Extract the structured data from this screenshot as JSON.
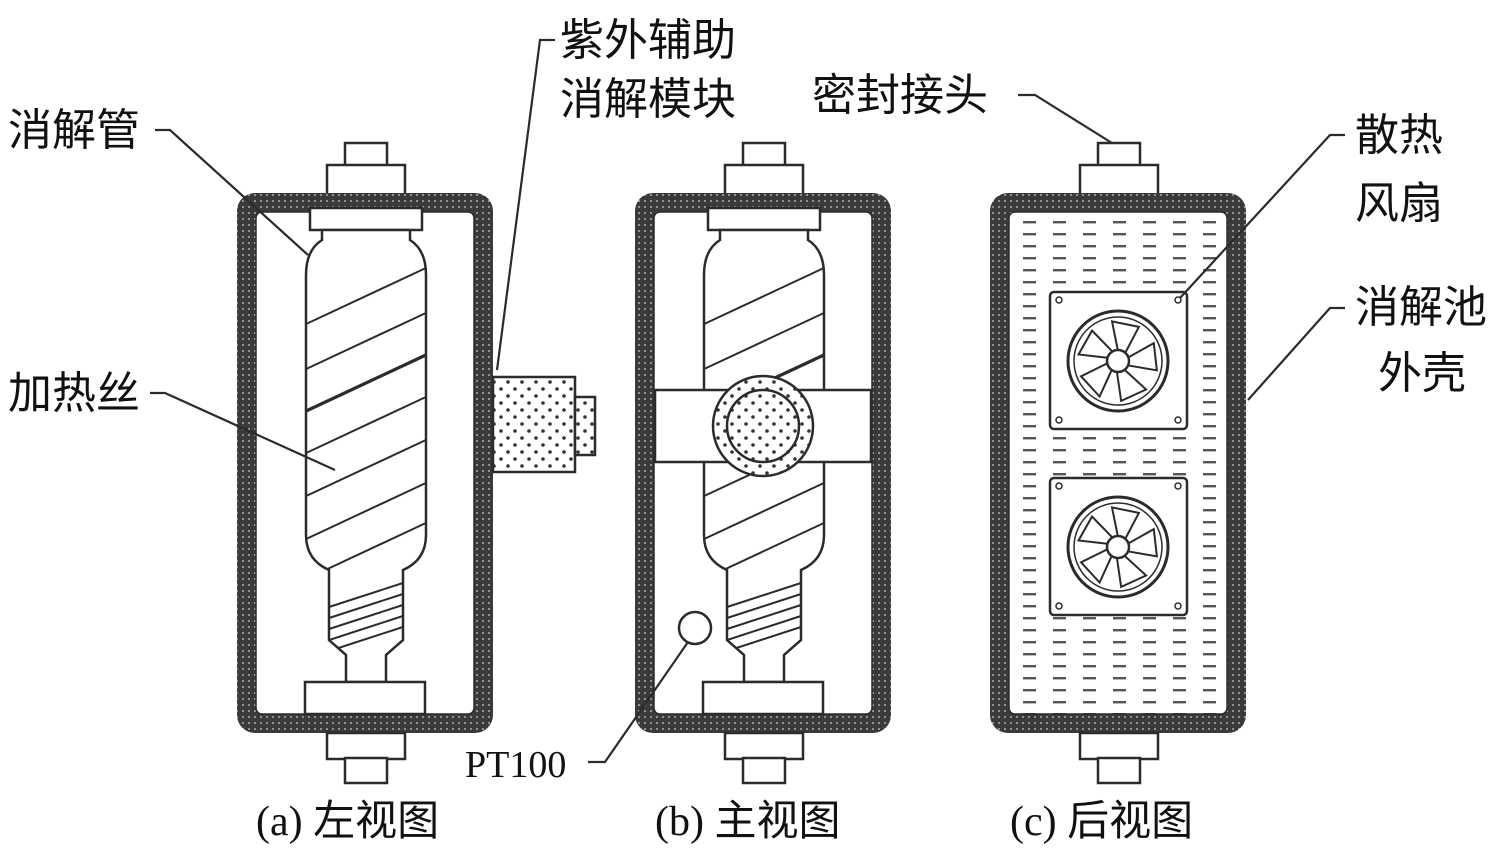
{
  "labels": {
    "digestion_tube": "消解管",
    "uv_module_line1": "紫外辅助",
    "uv_module_line2": "消解模块",
    "seal_joint": "密封接头",
    "fan_line1": "散热",
    "fan_line2": "风扇",
    "heating_wire": "加热丝",
    "shell_line1": "消解池",
    "shell_line2": "外壳",
    "pt100": "PT100"
  },
  "captions": {
    "left": "(a) 左视图",
    "main": "(b) 主视图",
    "back": "(c) 后视图"
  },
  "colors": {
    "line": "#2b2b2b",
    "wall": "#3a3a3a",
    "paper": "#ffffff",
    "hatch": "#555555"
  }
}
